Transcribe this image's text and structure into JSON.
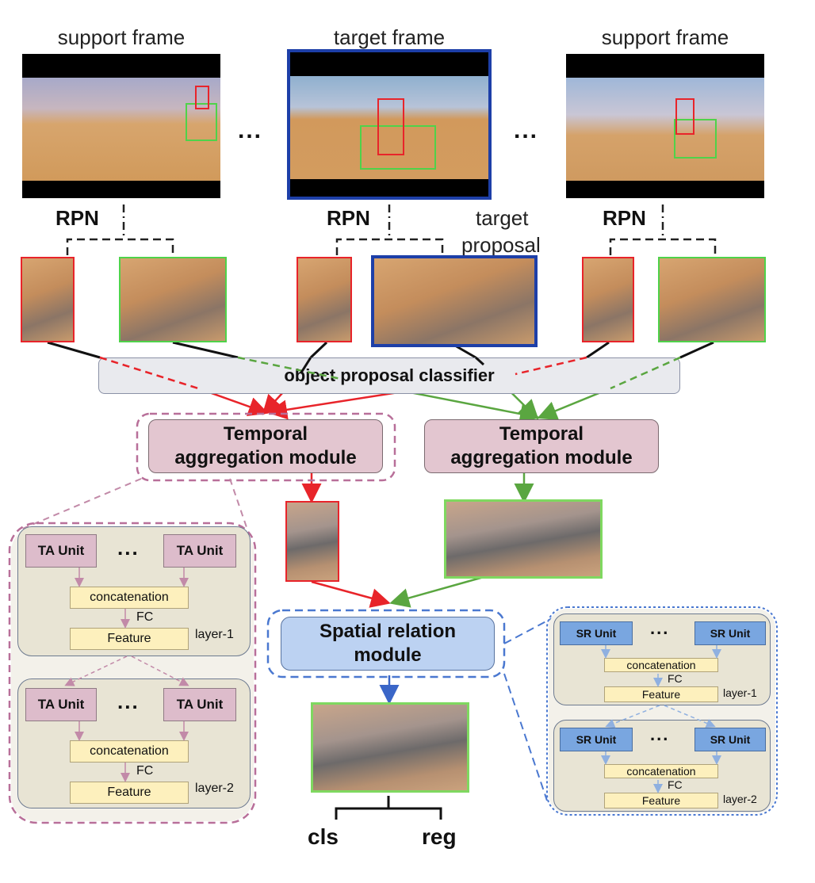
{
  "frames": {
    "support_left": "support frame",
    "target": "target frame",
    "support_right": "support frame"
  },
  "rpn": "RPN",
  "ellipsis": "...",
  "target_proposal": {
    "line1": "target",
    "line2": "proposal"
  },
  "classifier": "object proposal classifier",
  "temporal_module": {
    "line1": "Temporal",
    "line2": "aggregation module"
  },
  "spatial_module": {
    "line1": "Spatial relation",
    "line2": "module"
  },
  "ta_panel": {
    "unit": "TA Unit",
    "concat": "concatenation",
    "fc": "FC",
    "feature": "Feature",
    "layer1": "layer-1",
    "layer2": "layer-2"
  },
  "sr_panel": {
    "unit": "SR Unit",
    "concat": "concatenation",
    "fc": "FC",
    "feature": "Feature",
    "layer1": "layer-1",
    "layer2": "layer-2"
  },
  "outputs": {
    "cls": "cls",
    "reg": "reg"
  },
  "colors": {
    "red": "#e8242a",
    "green": "#5aa640",
    "blue": "#3a66c8",
    "target_border": "#1d3fa8",
    "pink_dash": "#b86f99",
    "blue_dash": "#4a78d0"
  }
}
